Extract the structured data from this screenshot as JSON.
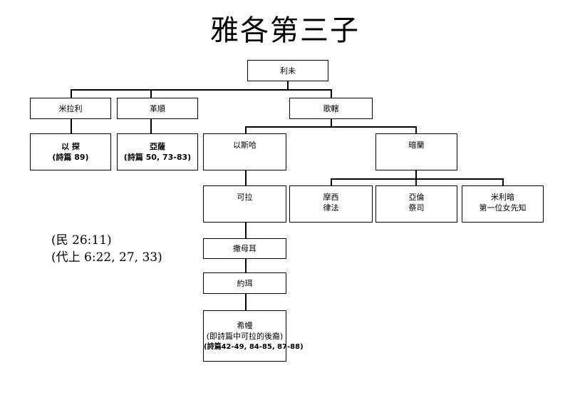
{
  "title": "雅各第三子",
  "nodes": {
    "levi": "利未",
    "merari": "米拉利",
    "gershon": "革順",
    "kohath": "歌轄",
    "ishi_line1": "以 探",
    "ishi_line2": "(詩篇 89)",
    "asaph_line1": "亞薩",
    "asaph_line2": "(詩篇 50, 73-83)",
    "izhar": "以斯哈",
    "amram": "暗蘭",
    "korah": "可拉",
    "moses_line1": "摩西",
    "moses_line2": "律法",
    "aaron_line1": "亞倫",
    "aaron_line2": "祭司",
    "miriam_line1": "米利暗",
    "miriam_line2": "第一位女先知",
    "samuel": "撒母耳",
    "joel": "約珥",
    "heman_line1": "希幔",
    "heman_line2": "(即詩篇中可拉的後裔)",
    "heman_line3": "(詩篇42-49, 84-85, 87-88)"
  },
  "references": {
    "line1": "(民 26:11)",
    "line2": "(代上 6:22, 27, 33)"
  }
}
